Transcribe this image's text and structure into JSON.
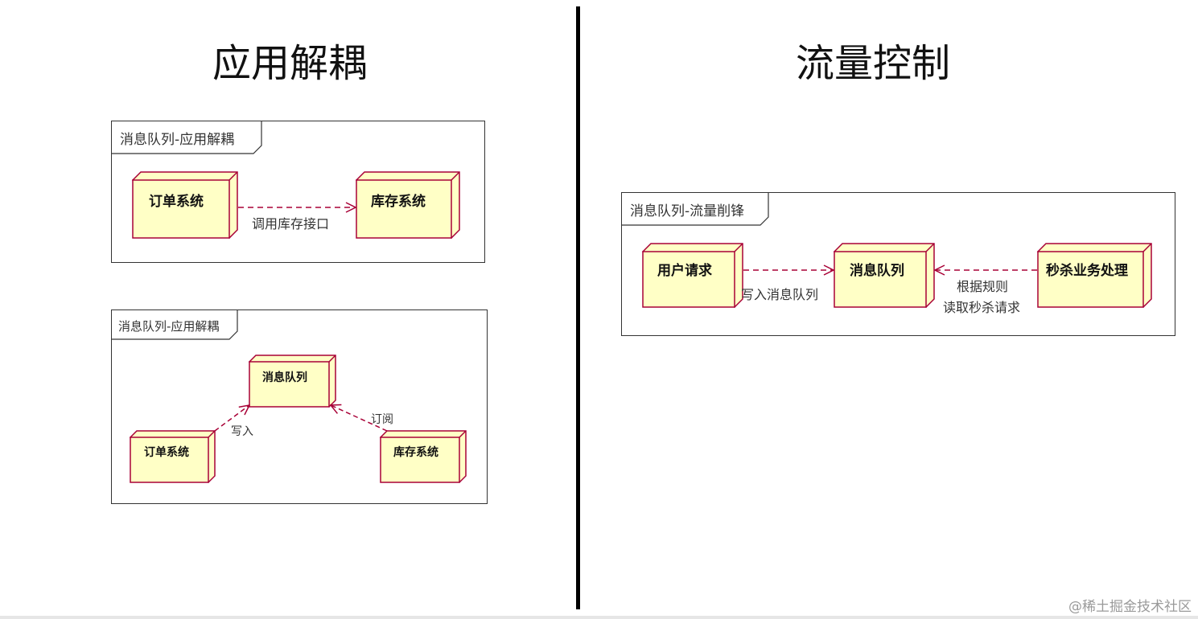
{
  "left_section": {
    "title": "应用解耦",
    "diagram1": {
      "frame_label": "消息队列-应用解耦",
      "nodes": {
        "order": "订单系统",
        "inventory": "库存系统"
      },
      "edge_label": "调用库存接口"
    },
    "diagram2": {
      "frame_label": "消息队列-应用解耦",
      "nodes": {
        "queue": "消息队列",
        "order": "订单系统",
        "inventory": "库存系统"
      },
      "edge_write": "写入",
      "edge_subscribe": "订阅"
    }
  },
  "right_section": {
    "title": "流量控制",
    "diagram": {
      "frame_label": "消息队列-流量削锋",
      "nodes": {
        "user": "用户请求",
        "queue": "消息队列",
        "seckill": "秒杀业务处理"
      },
      "edge_write": "写入消息队列",
      "edge_read_line1": "根据规则",
      "edge_read_line2": "读取秒杀请求"
    }
  },
  "watermark": "@稀土掘金技术社区",
  "colors": {
    "node_fill": "#ffffc6",
    "node_border": "#a80036",
    "edge": "#a80036",
    "divider": "#000000"
  }
}
